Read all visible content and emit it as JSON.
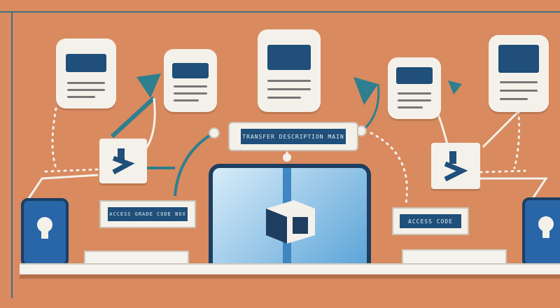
{
  "banner": {
    "top_label": "TRANSFER DESCRIPTION MAIN",
    "left_label": "ACCESS GRADE CODE BOX",
    "right_label": "ACCESS CODE"
  },
  "colors": {
    "background": "#d98a5f",
    "navy": "#1f4f7a",
    "teal": "#2e7f8f",
    "card": "#f4f1ea"
  },
  "icons": {
    "arrow_left": "arrow-right-icon",
    "arrow_right": "arrow-right-icon",
    "lock_left": "keyhole-icon",
    "lock_right": "keyhole-icon",
    "cube": "cube-icon"
  }
}
